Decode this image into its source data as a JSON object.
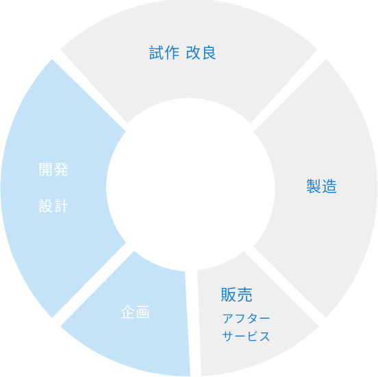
{
  "colors": {
    "active_fill": "#c5e3f8",
    "inactive_fill": "#efefef",
    "active_text": "#ffffff",
    "inactive_text": "#1a7fd0"
  },
  "segments": {
    "prototype": {
      "label": "試作 改良",
      "state": "inactive"
    },
    "manufacturing": {
      "label": "製造",
      "state": "inactive"
    },
    "sales": {
      "label": "販売",
      "sublabel_lines": [
        "アフター",
        "サービス"
      ],
      "state": "inactive"
    },
    "planning": {
      "label": "企画",
      "state": "active"
    },
    "development": {
      "label_lines": [
        "開発",
        "設計"
      ],
      "state": "active"
    }
  }
}
